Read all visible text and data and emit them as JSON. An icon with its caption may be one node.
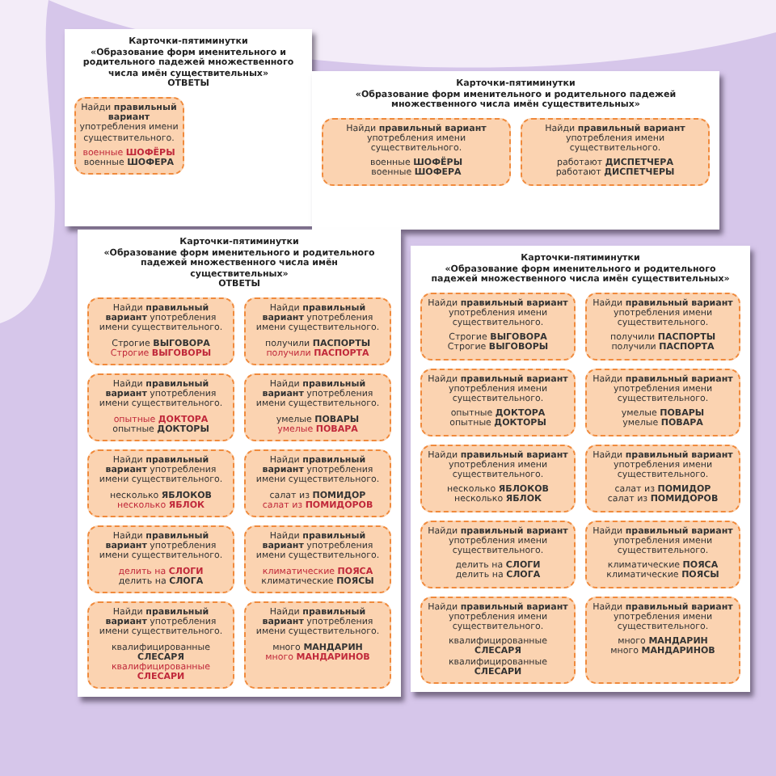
{
  "diagram": {
    "nodes": [
      {
        "text": [
          "Карточки-пятиминутки",
          "«Образование форм именительного и родительного падежей множественного числа имён существительных»",
          "ОТВЕТЫ"
        ]
      },
      {
        "text": [
          "Найди **правильный вариант** употребления имени существительного.",
          "военные **ШОФЁРЫ**",
          "военные **ШОФЕРА**"
        ],
        "in": 0
      },
      {
        "text": [
          "Карточки-пятиминутки",
          "«Образование форм именительного и родительного падежей множественного числа имён существительных»"
        ]
      },
      {
        "text": [
          "Найди **правильный вариант** употребления имени существительного.",
          "военные **ШОФЁРЫ**",
          "военные **ШОФЕРА**"
        ],
        "in": 2
      },
      {
        "text": [
          "Найди **правильный вариант** употребления имени существительного.",
          "работают **ДИСПЕТЧЕРА**",
          "работают **ДИСПЕТЧЕРЫ**"
        ],
        "in": 2
      },
      {
        "text": [
          "Карточки-пятиминутки",
          "«Образование форм именительного и родительного падежей множественного числа имён существительных»",
          "ОТВЕТЫ"
        ]
      },
      {
        "text": [
          "Найди **правильный вариант** употребления имени существительного.",
          "Строгие **ВЫГОВОРА**",
          "Строгие **ВЫГОВОРЫ**"
        ],
        "in": 5
      },
      {
        "text": [
          "Найди **правильный вариант** употребления имени существительного.",
          "получили **ПАСПОРТЫ**",
          "получили **ПАСПОРТА**"
        ],
        "in": 5
      },
      {
        "text": [
          "Найди **правильный вариант** употребления имени существительного.",
          "опытные **ДОКТОРА**",
          "опытные **ДОКТОРЫ**"
        ],
        "in": 5
      },
      {
        "text": [
          "Найди **правильный вариант** употребления имени существительного.",
          "умелые **ПОВАРЫ**",
          "умелые **ПОВАРА**"
        ],
        "in": 5
      },
      {
        "text": [
          "Найди **правильный вариант** употребления имени существительного.",
          "несколько **ЯБЛОКОВ**",
          "несколько **ЯБЛОК**"
        ],
        "in": 5
      },
      {
        "text": [
          "Найди **правильный вариант** употребления имени существительного.",
          "салат из **ПОМИДОР**",
          "салат из **ПОМИДОРОВ**"
        ],
        "in": 5
      },
      {
        "text": [
          "Найди **правильный вариант** употребления имени существительного.",
          "делить на **СЛОГИ**",
          "делить на **СЛОГА**"
        ],
        "in": 5
      },
      {
        "text": [
          "Найди **правильный вариант** употребления имени существительного.",
          "климатические **ПОЯСА**",
          "климатические **ПОЯСЫ**"
        ],
        "in": 5
      },
      {
        "text": [
          "Найди **правильный вариант** употребления имени существительного.",
          "квалифицированные **СЛЕСАРЯ**",
          "квалифицированные **СЛЕСАРИ**"
        ],
        "in": 5
      },
      {
        "text": [
          "Найди **правильный вариант** употребления имени существительного.",
          "много **МАНДАРИН**",
          "много **МАНДАРИНОВ**"
        ],
        "in": 5
      },
      {
        "text": [
          "Карточки-пятиминутки",
          "«Образование форм именительного и родительного падежей множественного числа имён существительных»"
        ]
      },
      {
        "text": [
          "Найди **правильный вариант** употребления имени существительного.",
          "Строгие **ВЫГОВОРА**",
          "Строгие **ВЫГОВОРЫ**"
        ],
        "in": 16
      },
      {
        "text": [
          "Найди **правильный вариант** употребления имени существительного.",
          "получили **ПАСПОРТЫ**",
          "получили **ПАСПОРТА**"
        ],
        "in": 16
      },
      {
        "text": [
          "Найди **правильный вариант** употребления имени существительного.",
          "опытные **ДОКТОРА**",
          "опытные **ДОКТОРЫ**"
        ],
        "in": 16
      },
      {
        "text": [
          "Найди **правильный вариант** употребления имени существительного.",
          "умелые **ПОВАРЫ**",
          "умелые **ПОВАРА**"
        ],
        "in": 16
      },
      {
        "text": [
          "Найди **правильный вариант** употребления имени существительного.",
          "несколько **ЯБЛОКОВ**",
          "несколько **ЯБЛОК**"
        ],
        "in": 16
      },
      {
        "text": [
          "Найди **правильный вариант** употребления имени существительного.",
          "салат из **ПОМИДОР**",
          "салат из **ПОМИДОРОВ**"
        ],
        "in": 16
      },
      {
        "text": [
          "Найди **правильный вариант** употребления имени существительного.",
          "делить на **СЛОГИ**",
          "делить на **СЛОГА**"
        ],
        "in": 16
      },
      {
        "text": [
          "Найди **правильный вариант** употребления имени существительного.",
          "климатические **ПОЯСА**",
          "климатические **ПОЯСЫ**"
        ],
        "in": 16
      },
      {
        "text": [
          "Найди **правильный вариант** употребления имени существительного.",
          "квалифицированные **СЛЕСАРЯ**",
          "квалифицированные **СЛЕСАРИ**"
        ],
        "in": 16
      },
      {
        "text": [
          "Найди **правильный вариант** употребления имени существительного.",
          "много **МАНДАРИН**",
          "много **МАНДАРИНОВ**"
        ],
        "in": 16
      }
    ]
  }
}
